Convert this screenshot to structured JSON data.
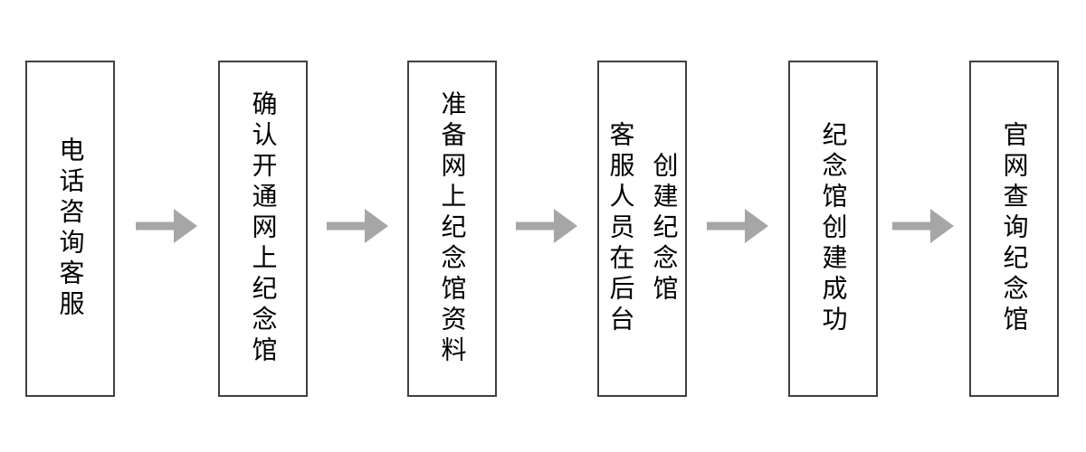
{
  "colors": {
    "background": "#ffffff",
    "box-border": "#404040",
    "box-fill": "#ffffff",
    "text": "#000000",
    "arrow": "#a6a6a6"
  },
  "flowchart": {
    "type": "process-flow",
    "direction": "left-to-right",
    "steps": [
      {
        "lines": [
          "电话咨询客服"
        ]
      },
      {
        "lines": [
          "确认开通网上纪念馆"
        ]
      },
      {
        "lines": [
          "准备网上纪念馆资料"
        ]
      },
      {
        "lines": [
          "客服人员在后台",
          "创建纪念馆"
        ]
      },
      {
        "lines": [
          "纪念馆创建成功"
        ]
      },
      {
        "lines": [
          "官网查询纪念馆"
        ]
      }
    ]
  }
}
